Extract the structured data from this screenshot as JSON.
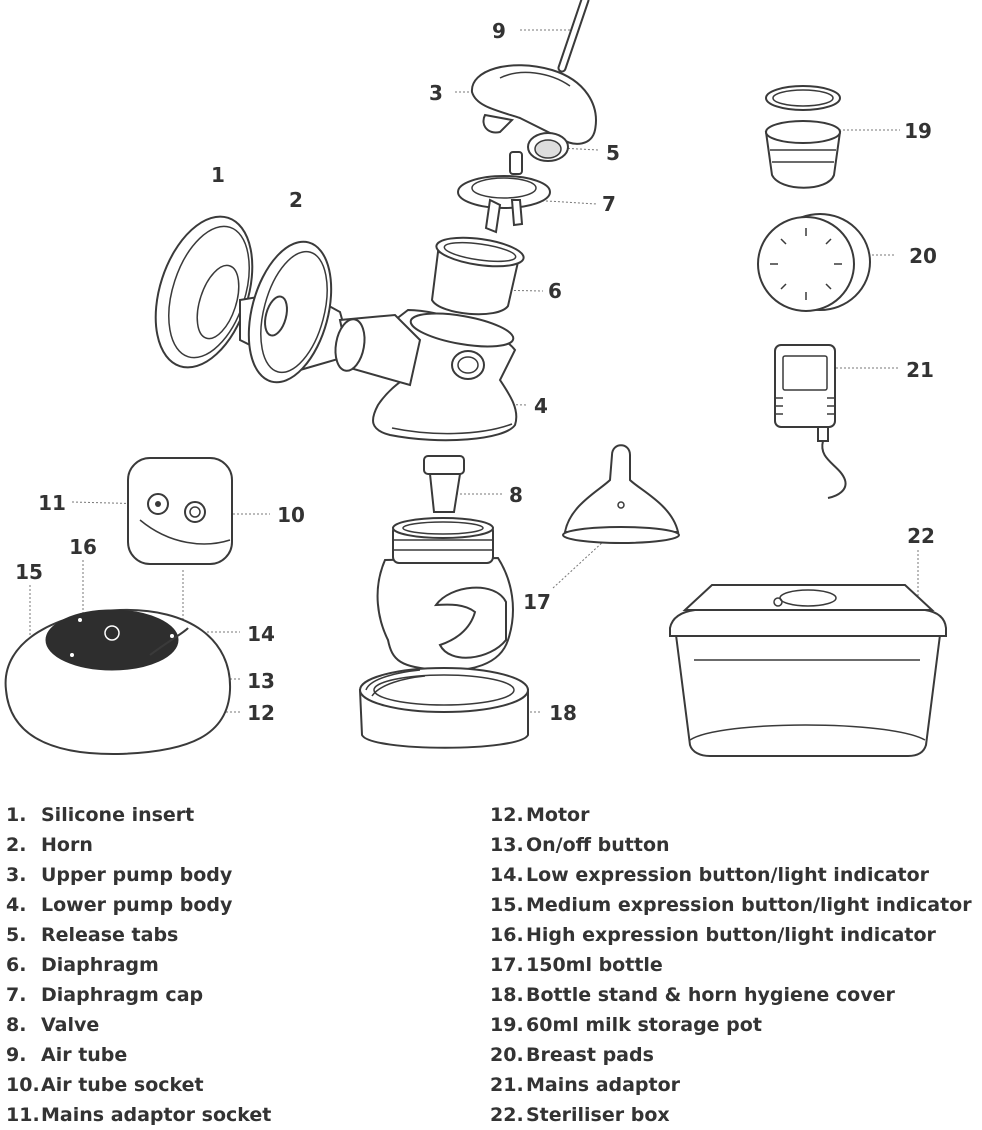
{
  "callouts": [
    "1",
    "2",
    "3",
    "4",
    "5",
    "6",
    "7",
    "8",
    "9",
    "10",
    "11",
    "12",
    "13",
    "14",
    "15",
    "16",
    "17",
    "18",
    "19",
    "20",
    "21",
    "22"
  ],
  "legend": {
    "left": [
      {
        "num": "1.",
        "label": "Silicone insert"
      },
      {
        "num": "2.",
        "label": "Horn"
      },
      {
        "num": "3.",
        "label": "Upper pump body"
      },
      {
        "num": "4.",
        "label": "Lower pump body"
      },
      {
        "num": "5.",
        "label": "Release tabs"
      },
      {
        "num": "6.",
        "label": "Diaphragm"
      },
      {
        "num": "7.",
        "label": "Diaphragm cap"
      },
      {
        "num": "8.",
        "label": "Valve"
      },
      {
        "num": "9.",
        "label": "Air tube"
      },
      {
        "num": "10.",
        "label": "Air tube socket"
      },
      {
        "num": "11.",
        "label": "Mains adaptor socket"
      }
    ],
    "right": [
      {
        "num": "12.",
        "label": "Motor"
      },
      {
        "num": "13.",
        "label": "On/off button"
      },
      {
        "num": "14.",
        "label": "Low expression button/light indicator"
      },
      {
        "num": "15.",
        "label": "Medium expression button/light indicator"
      },
      {
        "num": "16.",
        "label": "High expression button/light indicator"
      },
      {
        "num": "17.",
        "label": "150ml bottle"
      },
      {
        "num": "18.",
        "label": "Bottle stand & horn hygiene cover"
      },
      {
        "num": "19.",
        "label": "60ml milk storage pot"
      },
      {
        "num": "20.",
        "label": "Breast pads"
      },
      {
        "num": "21.",
        "label": "Mains adaptor"
      },
      {
        "num": "22.",
        "label": "Steriliser box"
      }
    ]
  }
}
